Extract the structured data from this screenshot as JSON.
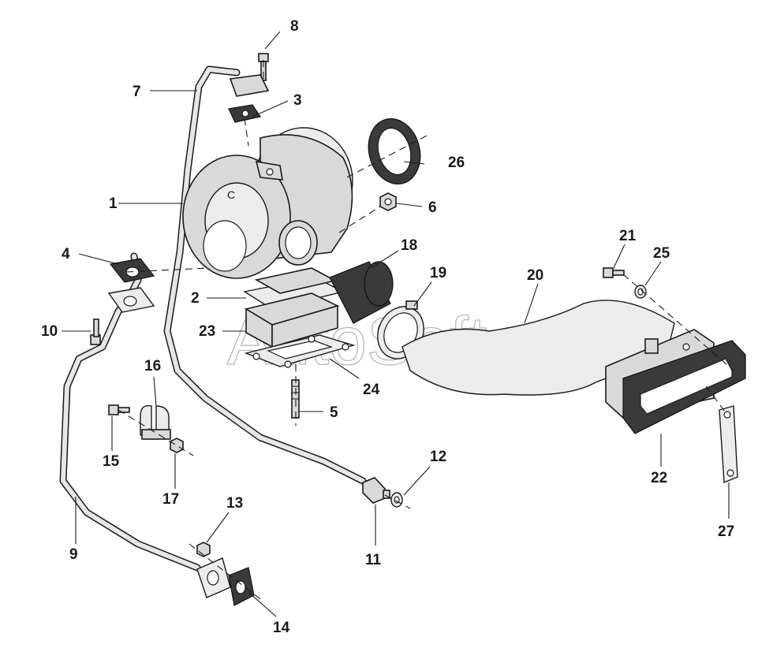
{
  "diagram": {
    "watermark": "AutoSoft",
    "callouts": {
      "c1": "1",
      "c2": "2",
      "c3": "3",
      "c4": "4",
      "c5": "5",
      "c6": "6",
      "c7": "7",
      "c8": "8",
      "c9": "9",
      "c10": "10",
      "c11": "11",
      "c12": "12",
      "c13": "13",
      "c14": "14",
      "c15": "15",
      "c16": "16",
      "c17": "17",
      "c18": "18",
      "c19": "19",
      "c20": "20",
      "c21": "21",
      "c22": "22",
      "c23": "23",
      "c24": "24",
      "c25": "25",
      "c26": "26",
      "c27": "27"
    }
  }
}
